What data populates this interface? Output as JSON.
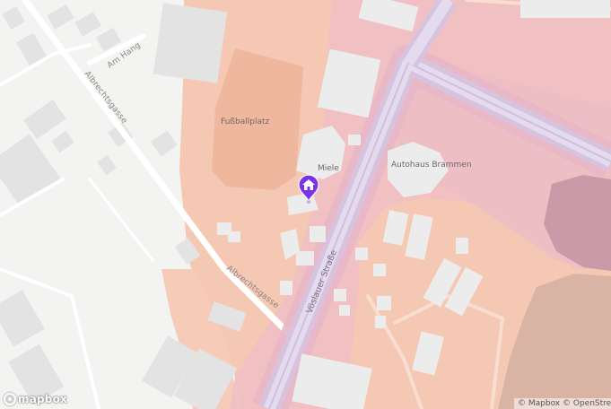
{
  "map": {
    "labels": {
      "fussballplatz": "Fußballplatz",
      "miele": "Miele",
      "autohaus": "Autohaus Brammen",
      "am_hang": "Am Hang",
      "albrechtsgasse_top": "Albrechtsgasse",
      "albrechtsgasse_bottom": "Albrechtsgasse",
      "voeslauer": "Vöslauer Straße"
    },
    "marker": {
      "icon": "home-icon",
      "color": "#7b33e8"
    },
    "logo": {
      "text": "mapbox"
    },
    "attribution": {
      "mapbox": "© Mapbox",
      "osm": "© OpenStreetMap"
    },
    "colors": {
      "background": "#f3f3f1",
      "residential": "#f5c4ad",
      "commercial": "#f0bfc2",
      "road_fill": "#d9cce6",
      "building": "#e2e2e2",
      "sports": "#f0b49b",
      "marker": "#7b33e8"
    }
  }
}
